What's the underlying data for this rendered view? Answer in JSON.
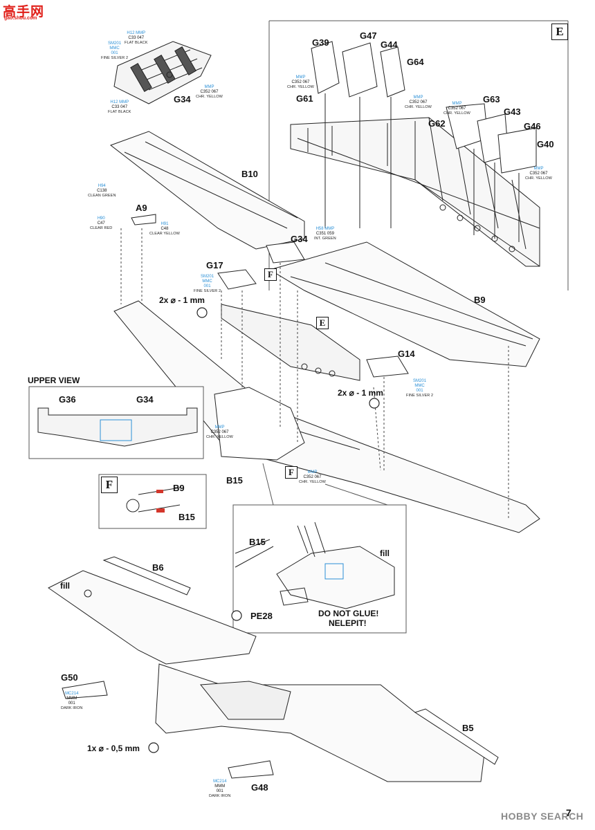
{
  "header": {
    "logo_text": "高手网",
    "logo_url": "gao.shou.com",
    "page_number": "7"
  },
  "watermark": {
    "text": "HOBBY SEARCH"
  },
  "section_marker": "E",
  "parts": {
    "g34_top": "G34",
    "g39": "G39",
    "g47": "G47",
    "g44": "G44",
    "g64": "G64",
    "g61": "G61",
    "g63": "G63",
    "g43": "G43",
    "g62": "G62",
    "g46": "G46",
    "g40": "G40",
    "b10": "B10",
    "a9": "A9",
    "g34_mid": "G34",
    "g17": "G17",
    "b9": "B9",
    "g14": "G14",
    "b15": "B15",
    "g36": "G36",
    "g34_upper": "G34",
    "b9_f": "B9",
    "b15_f": "B15",
    "b15_detail": "B15",
    "pe28": "PE28",
    "b6": "B6",
    "g50": "G50",
    "b5": "B5",
    "g48": "G48"
  },
  "marks": {
    "f_main": "F",
    "e_main": "E",
    "f_lower": "F",
    "f_box": "F"
  },
  "notes": {
    "drill1": "2x ⌀ - 1 mm",
    "drill2": "2x ⌀ - 1 mm",
    "drill3": "1x ⌀ - 0,5 mm",
    "upper_view": "UPPER VIEW",
    "fill1": "fill",
    "fill2": "fill",
    "do_not_glue": "DO NOT GLUE!",
    "nelepit": "NELEPIT!"
  },
  "paints": {
    "p_g47_top": {
      "codes": [
        "H12 MMP",
        "C33  047"
      ],
      "name": "FLAT BLACK"
    },
    "p_silver_top": {
      "codes": [
        "SM201",
        "MMC",
        "001"
      ],
      "name": "FINE SILVER 2"
    },
    "p_yellow_top": {
      "codes": [
        "MMP",
        "C352 067"
      ],
      "name": "CHR. YELLOW"
    },
    "p_black_top2": {
      "codes": [
        "H12 MMP",
        "C33  047"
      ],
      "name": "FLAT BLACK"
    },
    "p_e_left": {
      "codes": [
        "MMP",
        "C352 067"
      ],
      "name": "CHR. YELLOW"
    },
    "p_e_mid": {
      "codes": [
        "MMP",
        "C352 067"
      ],
      "name": "CHR. YELLOW"
    },
    "p_e_g63": {
      "codes": [
        "MMP",
        "C352 067"
      ],
      "name": "CHR. YELLOW"
    },
    "p_e_g40": {
      "codes": [
        "MMP",
        "C352 067"
      ],
      "name": "CHR. YELLOW"
    },
    "p_a9_green": {
      "codes": [
        "H94",
        "C138"
      ],
      "name": "CLEAN GREEN"
    },
    "p_a9_red": {
      "codes": [
        "H90",
        "C47"
      ],
      "name": "CLEAR RED"
    },
    "p_a9_yellow": {
      "codes": [
        "H91",
        "C48"
      ],
      "name": "CLEAR YELLOW"
    },
    "p_g34_green": {
      "codes": [
        "H58 MMP",
        "C351 059"
      ],
      "name": "INT. GREEN"
    },
    "p_g17_silver": {
      "codes": [
        "SM201",
        "MMC",
        "001"
      ],
      "name": "FINE SILVER 2"
    },
    "p_g14_silver": {
      "codes": [
        "SM201",
        "MMC",
        "001"
      ],
      "name": "FINE SILVER 2"
    },
    "p_mid_yellow": {
      "codes": [
        "MMP",
        "C352 067"
      ],
      "name": "CHR. YELLOW"
    },
    "p_low_yellow": {
      "codes": [
        "MMP",
        "C352 067"
      ],
      "name": "CHR. YELLOW"
    },
    "p_g50_iron": {
      "codes": [
        "MC214",
        "MMM",
        "001"
      ],
      "name": "DARK IRON"
    },
    "p_g48_iron": {
      "codes": [
        "MC214",
        "MMM",
        "001"
      ],
      "name": "DARK IRON"
    }
  },
  "colors": {
    "ink": "#111111",
    "paint_blue": "#2a8fd6",
    "glue_red": "#d4362b",
    "logo_red": "#e0201a",
    "watermark_gray": "#8a8a8a"
  }
}
